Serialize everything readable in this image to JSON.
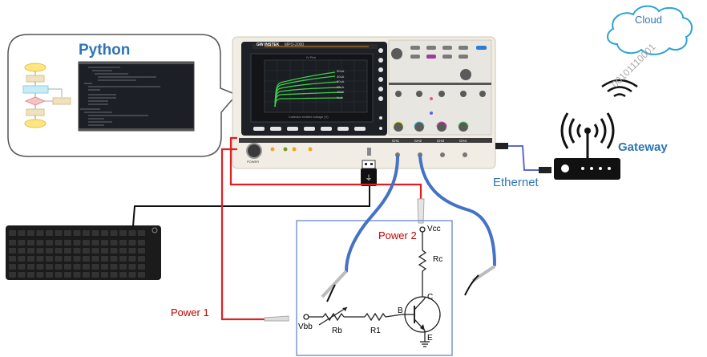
{
  "python_bubble": {
    "title": "Python",
    "flowchart_nodes": [
      "start",
      "process",
      "input",
      "decision",
      "process",
      "process",
      "end"
    ],
    "code_editor_label": "code-editor"
  },
  "oscilloscope": {
    "brand": "GW INSTEK",
    "model": "MPO-2000",
    "power_label": "POWER",
    "channels": [
      "CH1",
      "CH2",
      "CH3",
      "CH4"
    ],
    "screen_title": "IV Plot",
    "xaxis_label": "Collector emitter voltage (V)",
    "yaxis_label": "Collector current (A)",
    "curve_labels": [
      "50uA",
      "40uA",
      "30uA",
      "20uA",
      "10uA",
      "0uA"
    ]
  },
  "cloud": {
    "label": "Cloud"
  },
  "binary_stream": "00101110001",
  "gateway": {
    "label": "Gateway"
  },
  "ethernet": {
    "label": "Ethernet"
  },
  "circuit": {
    "power1": "Power 1",
    "power2": "Power 2",
    "vcc": "Vcc",
    "vbb": "Vbb",
    "rc": "Rc",
    "rb": "Rb",
    "r1": "R1",
    "base": "B",
    "collector": "C",
    "emitter": "E"
  },
  "colors": {
    "accent_blue": "#2e75b6",
    "power_red": "#c00000",
    "probe_cable": "#4472c4",
    "wire_red": "#e02020",
    "trace_green": "#39d353"
  }
}
